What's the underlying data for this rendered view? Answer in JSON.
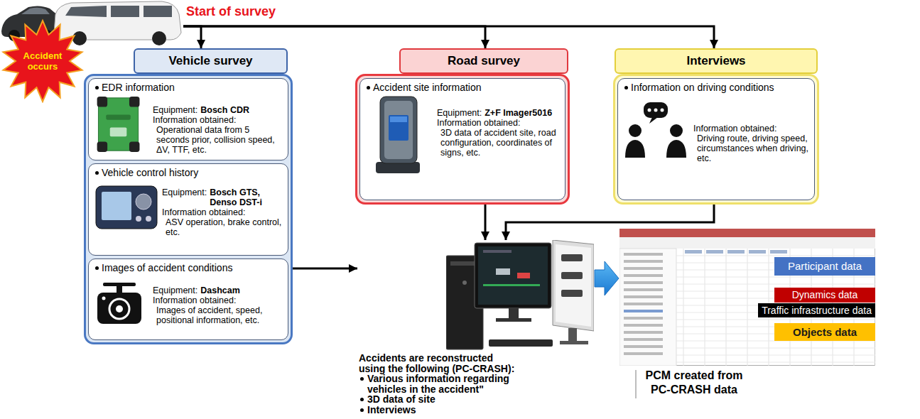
{
  "diagram": {
    "nodes": [
      {
        "text": [
          "Accident occurs"
        ]
      },
      {
        "text": [
          "Vehicle survey"
        ]
      },
      {
        "text": [
          "EDR information",
          "Equipment:",
          "Bosch CDR",
          "Information obtained:",
          "Operational data from 5 seconds prior, collision speed, ΔV, TTF, etc."
        ],
        "in": 1
      },
      {
        "text": [
          "Vehicle control history",
          "Equipment:",
          "Bosch GTS, Denso DST-i",
          "Information obtained:",
          "ASV operation, brake control, etc."
        ],
        "in": 1
      },
      {
        "text": [
          "Images of accident conditions",
          "Equipment:",
          "Dashcam",
          "Information obtained:",
          "Images of accident, speed, positional information, etc."
        ],
        "in": 1
      },
      {
        "text": [
          "Road survey"
        ]
      },
      {
        "text": [
          "Accident site information",
          "Equipment:",
          "Z+F Imager5016",
          "Information obtained:",
          "3D data of accident site, road configuration, coordinates of signs, etc."
        ],
        "in": 5
      },
      {
        "text": [
          "Interviews"
        ]
      },
      {
        "text": [
          "Information on driving conditions",
          "Information obtained:",
          "Driving route, driving speed, circumstances when driving, etc."
        ],
        "in": 7
      },
      {
        "text": [
          "Accidents are reconstructed using the following (PC-CRASH):",
          "Various information regarding vehicles in the accident\"",
          "3D data of site",
          "Interviews"
        ]
      },
      {
        "text": [
          "Participant data",
          "Dynamics data",
          "Traffic infrastructure data",
          "Objects data",
          "PCM created from PC-CRASH data"
        ]
      }
    ],
    "edges": [
      {
        "from": 0,
        "to": 1,
        "arrow": "to"
      },
      {
        "from": 0,
        "to": 5,
        "arrow": "to"
      },
      {
        "from": 0,
        "to": 7,
        "arrow": "to"
      },
      {
        "from": 1,
        "to": 9,
        "arrow": "to"
      },
      {
        "from": 5,
        "to": 9,
        "arrow": "to"
      },
      {
        "from": 7,
        "to": 9,
        "arrow": "to"
      },
      {
        "from": 9,
        "to": 10,
        "arrow": "to"
      }
    ],
    "labels": [
      "Start of survey"
    ]
  }
}
